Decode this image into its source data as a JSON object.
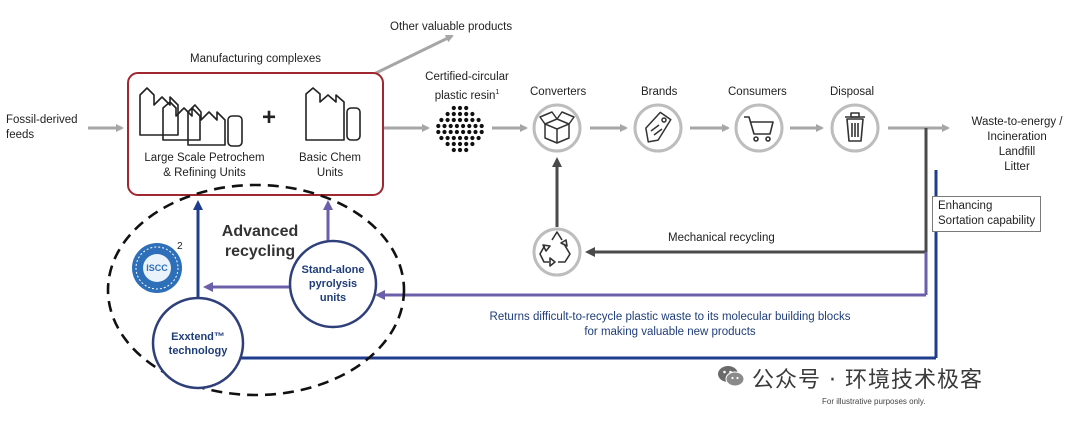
{
  "diagram": {
    "labels": {
      "fossil_feeds": [
        "Fossil-derived",
        "feeds"
      ],
      "manufacturing_complexes": "Manufacturing complexes",
      "other_products": "Other valuable products",
      "large_scale": [
        "Large Scale Petrochem",
        "& Refining Units"
      ],
      "plus": "+",
      "basic_chem": [
        "Basic Chem",
        "Units"
      ],
      "certified_resin": [
        "Certified-circular",
        "plastic resin"
      ],
      "resin_sup": "1",
      "converters": "Converters",
      "brands": "Brands",
      "consumers": "Consumers",
      "disposal": "Disposal",
      "end_of_life": [
        "Waste-to-energy /",
        "Incineration",
        "Landfill",
        "Litter"
      ],
      "sortation": [
        "Enhancing",
        "Sortation capability"
      ],
      "mechanical_recycling": "Mechanical recycling",
      "advanced_recycling": [
        "Advanced",
        "recycling"
      ],
      "stand_alone": [
        "Stand-alone",
        "pyrolysis",
        "units"
      ],
      "exxtend": [
        "Exxtend™",
        "technology"
      ],
      "iscc": "ISCC",
      "iscc_sup": "2",
      "returns": [
        "Returns difficult-to-recycle plastic waste to its molecular building blocks",
        "for making valuable new products"
      ],
      "footnote": "For illustrative purposes only."
    },
    "colors": {
      "grey_arrow": "#a6a6a6",
      "dark_arrow": "#4a4a4a",
      "blue": "#1f3d8c",
      "purple": "#6a5fa8",
      "red_box": "#a0262f",
      "node_circle": "#bdbdbd"
    },
    "icons": [
      "factory-icon",
      "box-icon",
      "tag-icon",
      "cart-icon",
      "trash-icon",
      "recycle-icon",
      "iscc-badge-icon"
    ]
  },
  "watermark": {
    "text": "公众号 · 环境技术极客",
    "icon": "wechat-icon"
  }
}
